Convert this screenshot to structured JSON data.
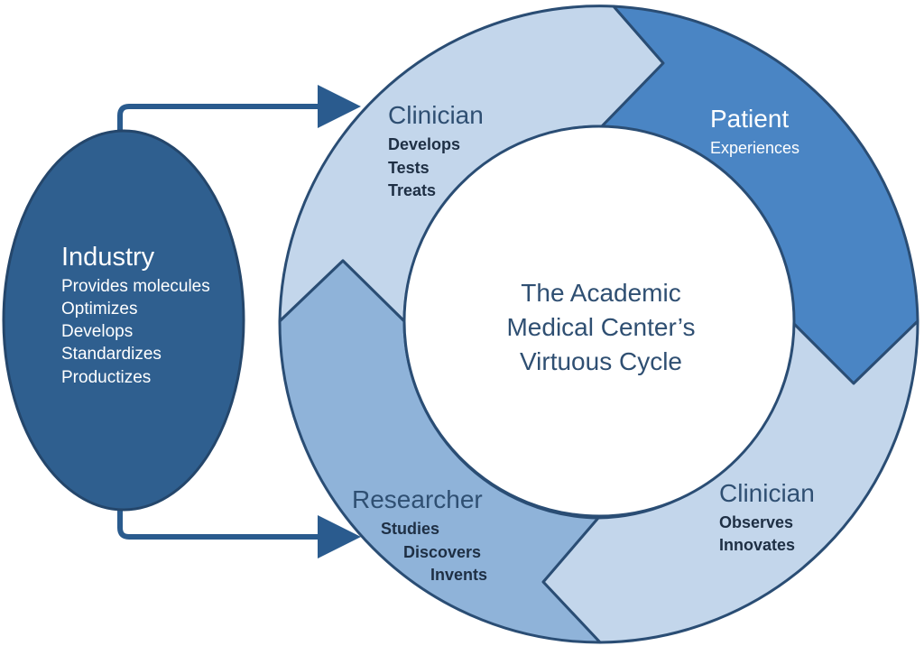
{
  "industry": {
    "title": "Industry",
    "items": [
      "Provides molecules",
      "Optimizes",
      "Develops",
      "Standardizes",
      "Productizes"
    ]
  },
  "cycle": {
    "clinician_top": {
      "title": "Clinician",
      "items": [
        "Develops",
        "Tests",
        "Treats"
      ]
    },
    "patient": {
      "title": "Patient",
      "items": [
        "Experiences"
      ]
    },
    "clinician_bottom": {
      "title": "Clinician",
      "items": [
        "Observes",
        "Innovates"
      ]
    },
    "researcher": {
      "title": "Researcher",
      "items": [
        "Studies",
        "Discovers",
        "Invents"
      ]
    }
  },
  "center": {
    "lines": [
      "The Academic",
      "Medical Center’s",
      "Virtuous Cycle"
    ]
  },
  "colors": {
    "dark_blue": "#2f5f8f",
    "medium_blue": "#4a85c4",
    "mid_light_blue": "#8fb3d9",
    "light_blue": "#c3d6eb",
    "outline": "#2a4d74"
  }
}
